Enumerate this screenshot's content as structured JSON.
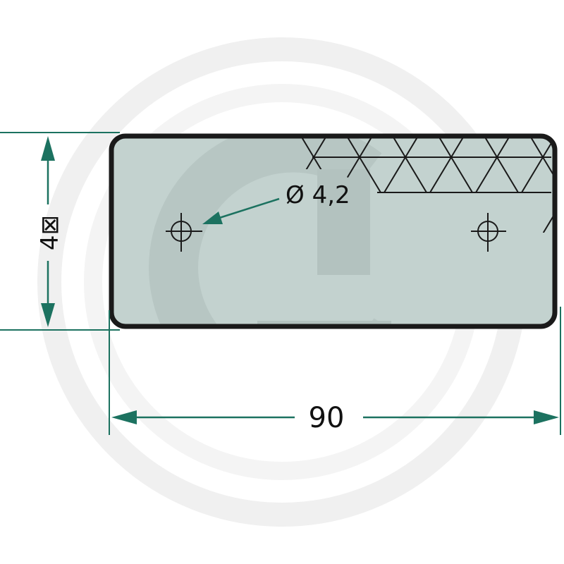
{
  "drawing": {
    "height_dimension": "4⊠",
    "width_dimension": "90",
    "hole_callout": "Ø 4,2"
  },
  "colors": {
    "plate_fill": "#c3d2cf",
    "plate_outline": "#1a1a1a",
    "dimension_line": "#1c7260",
    "watermark": "#efefef"
  }
}
